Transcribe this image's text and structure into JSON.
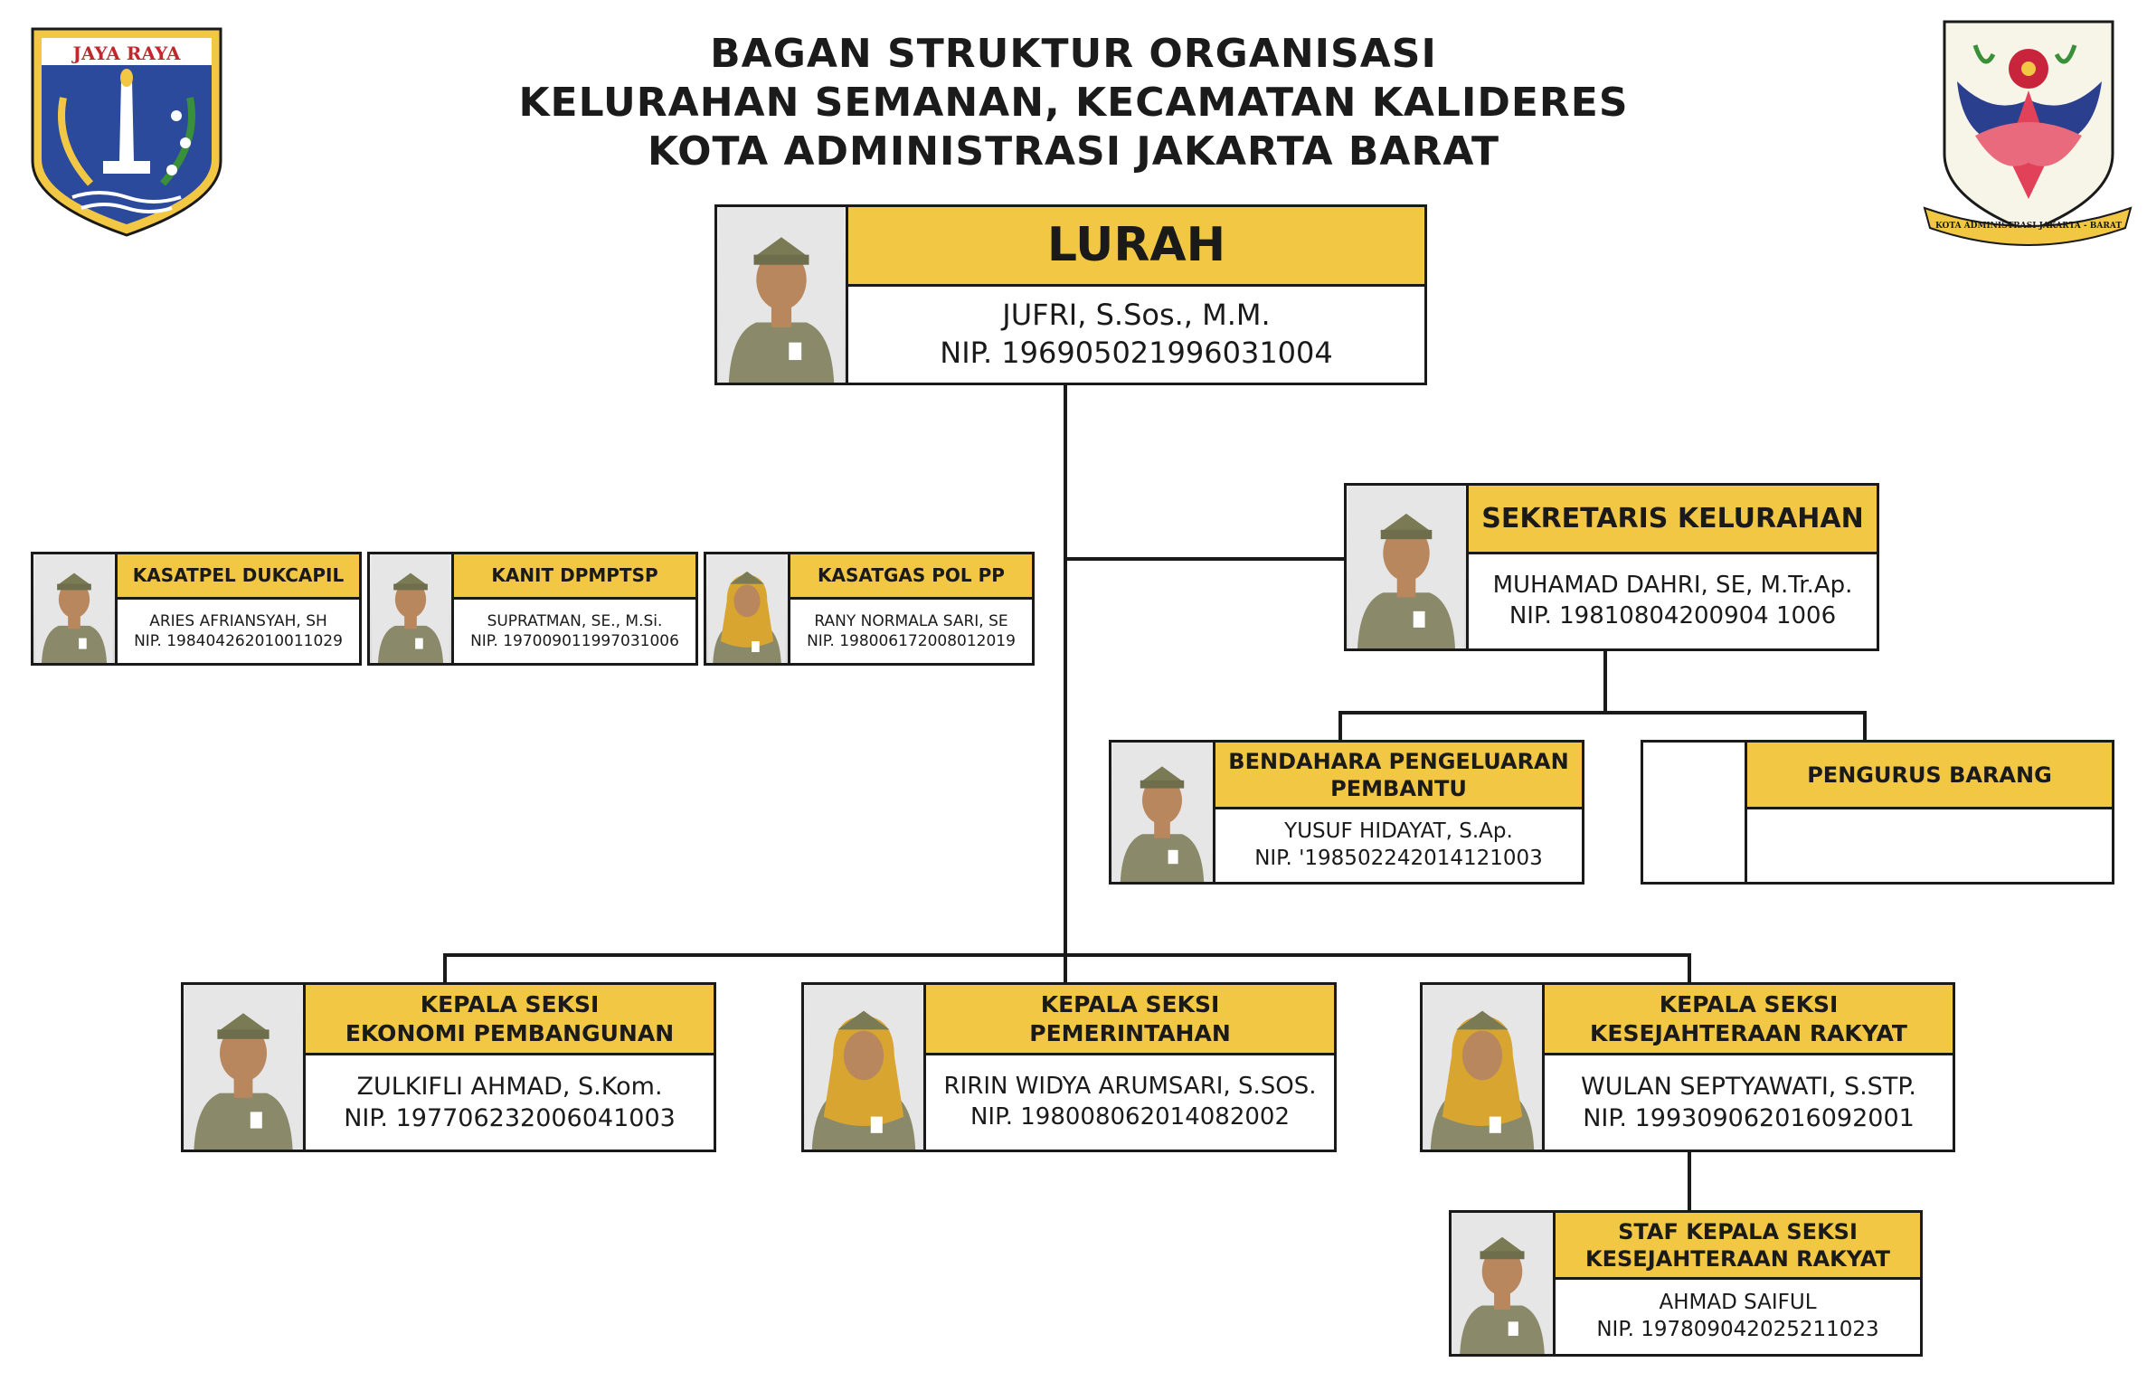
{
  "header": {
    "title_line1": "BAGAN STRUKTUR ORGANISASI",
    "title_line2": "KELURAHAN SEMANAN, KECAMATAN KALIDERES",
    "title_line3": "KOTA ADMINISTRASI JAKARTA BARAT",
    "left_logo_text": "JAYA RAYA",
    "right_logo_ribbon": "KOTA ADMINISTRASI JAKARTA - BARAT"
  },
  "colors": {
    "accent": "#f2c744",
    "line": "#1a1a1a",
    "uniform": "#8a8a6a",
    "hijab": "#d9a531"
  },
  "lurah": {
    "role": "LURAH",
    "name": "JUFRI, S.Sos., M.M.",
    "nip": "NIP. 196905021996031004"
  },
  "sekretaris": {
    "role": "SEKRETARIS KELURAHAN",
    "name": "MUHAMAD DAHRI, SE, M.Tr.Ap.",
    "nip": "NIP. 19810804200904 1006"
  },
  "kasatpel": {
    "role": "KASATPEL DUKCAPIL",
    "name": "ARIES AFRIANSYAH, SH",
    "nip": "NIP. 198404262010011029"
  },
  "kanit": {
    "role": "KANIT DPMPTSP",
    "name": "SUPRATMAN, SE., M.Si.",
    "nip": "NIP. 197009011997031006"
  },
  "kasatgas": {
    "role": "KASATGAS POL PP",
    "name": "RANY NORMALA SARI, SE",
    "nip": "NIP. 198006172008012019"
  },
  "bendahara": {
    "role_line1": "BENDAHARA PENGELUARAN",
    "role_line2": "PEMBANTU",
    "name": "YUSUF HIDAYAT, S.Ap.",
    "nip": "NIP. '198502242014121003"
  },
  "pengurus": {
    "role": "PENGURUS BARANG"
  },
  "ekbang": {
    "role_line1": "KEPALA SEKSI",
    "role_line2": "EKONOMI PEMBANGUNAN",
    "name": "ZULKIFLI AHMAD, S.Kom.",
    "nip": "NIP. 197706232006041003"
  },
  "pemerintahan": {
    "role_line1": "KEPALA SEKSI",
    "role_line2": "PEMERINTAHAN",
    "name": "RIRIN WIDYA ARUMSARI, S.SOS.",
    "nip": "NIP. 198008062014082002"
  },
  "kesra": {
    "role_line1": "KEPALA SEKSI",
    "role_line2": "KESEJAHTERAAN RAKYAT",
    "name": "WULAN SEPTYAWATI, S.STP.",
    "nip": "NIP. 199309062016092001"
  },
  "staf_kesra": {
    "role_line1": "STAF KEPALA SEKSI",
    "role_line2": "KESEJAHTERAAN RAKYAT",
    "name": "AHMAD SAIFUL",
    "nip": "NIP. 197809042025211023"
  }
}
